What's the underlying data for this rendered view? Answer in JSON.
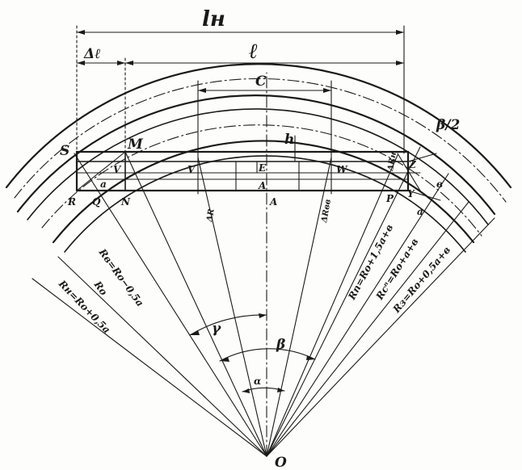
{
  "labels": {
    "l_total": "lн",
    "delta_l": "Δℓ",
    "l": "ℓ",
    "c": "C",
    "h": "h",
    "beta_half": "β/2",
    "r_inner": "Rв=Rо−0,5a",
    "r_zero": "Rо",
    "r_outer": "Rн=Rо+0,5a",
    "r1": "Rп=Rо+1,5a+в",
    "r2": "Rсⁿ=Rо+a+в",
    "r3": "Rз=Rо+0,5a+в",
    "gamma": "γ",
    "beta": "β",
    "alpha": "α",
    "origin": "O",
    "point_S": "S",
    "point_M": "M",
    "point_R": "R",
    "point_Q": "Q",
    "point_N": "N",
    "point_V": "V",
    "point_V2": "V",
    "point_W": "W",
    "point_A": "A",
    "point_A2": "A",
    "point_E": "E",
    "point_P": "P",
    "point_Z": "Z",
    "point_Y": "Y",
    "mark_a": "a",
    "mark_b": "в",
    "mark_ar": "ΔR",
    "mark_ar2": "ΔRвв",
    "mark_d": "ΔRн",
    "mark_q": "a"
  }
}
